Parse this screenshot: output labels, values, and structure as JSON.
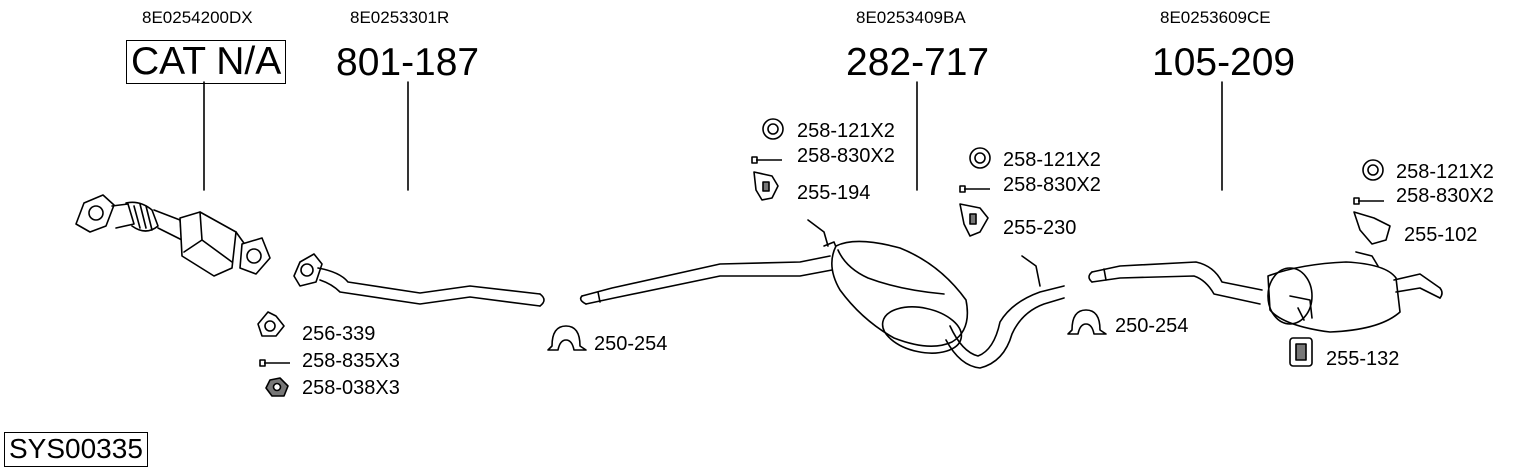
{
  "system_code": "SYS00335",
  "sections": [
    {
      "oem": "8E0254200DX",
      "part": "CAT N/A"
    },
    {
      "oem": "8E0253301R",
      "part": "801-187"
    },
    {
      "oem": "8E0253409BA",
      "part": "282-717"
    },
    {
      "oem": "8E0253609CE",
      "part": "105-209"
    }
  ],
  "accessories": {
    "front_pipe": [
      "256-339",
      "258-835X3",
      "258-038X3"
    ],
    "front_clamp": "250-254",
    "middle_mounts": [
      "258-121X2",
      "258-830X2",
      "255-194"
    ],
    "middle_rear_mounts": [
      "258-121X2",
      "258-830X2",
      "255-230"
    ],
    "rear_clamp": "250-254",
    "rear_mounts": [
      "258-121X2",
      "258-830X2",
      "255-102"
    ],
    "rear_hanger": "255-132"
  },
  "icons": [
    "gasket-icon",
    "bolt-icon",
    "nut-icon",
    "clamp-icon",
    "rubber-ring-icon",
    "hanger-bracket-icon",
    "rubber-hanger-icon"
  ]
}
